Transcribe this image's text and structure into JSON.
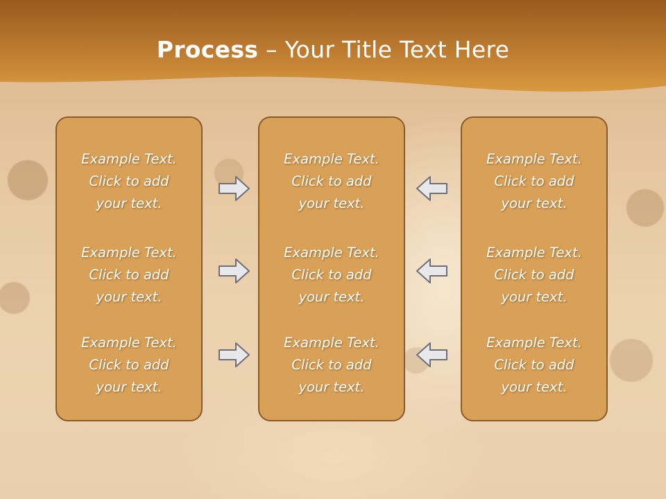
{
  "slide": {
    "title_bold": "Process",
    "title_rest": " – Your Title Text Here"
  },
  "columns": [
    {
      "items": [
        {
          "line1": "Example Text.",
          "line2": "Click  to add",
          "line3": "your text."
        },
        {
          "line1": "Example Text.",
          "line2": "Click  to add",
          "line3": "your text."
        },
        {
          "line1": "Example Text.",
          "line2": "Click  to add",
          "line3": "your text."
        }
      ]
    },
    {
      "items": [
        {
          "line1": "Example Text.",
          "line2": "Click  to add",
          "line3": "your text."
        },
        {
          "line1": "Example Text.",
          "line2": "Click  to add",
          "line3": "your text."
        },
        {
          "line1": "Example Text.",
          "line2": "Click  to add",
          "line3": "your text."
        }
      ]
    },
    {
      "items": [
        {
          "line1": "Example Text.",
          "line2": "Click  to add",
          "line3": "your text."
        },
        {
          "line1": "Example Text.",
          "line2": "Click  to add",
          "line3": "your text."
        },
        {
          "line1": "Example Text.",
          "line2": "Click  to add",
          "line3": "your text."
        }
      ]
    }
  ],
  "arrows": {
    "left_group": "arrow-right-icon",
    "right_group": "arrow-left-icon"
  },
  "colors": {
    "header": "#b8742a",
    "box_fill": "#d9a057",
    "box_border": "#8a5a2b",
    "arrow_fill": "#e8e8ea",
    "arrow_stroke": "#6e6e78"
  }
}
